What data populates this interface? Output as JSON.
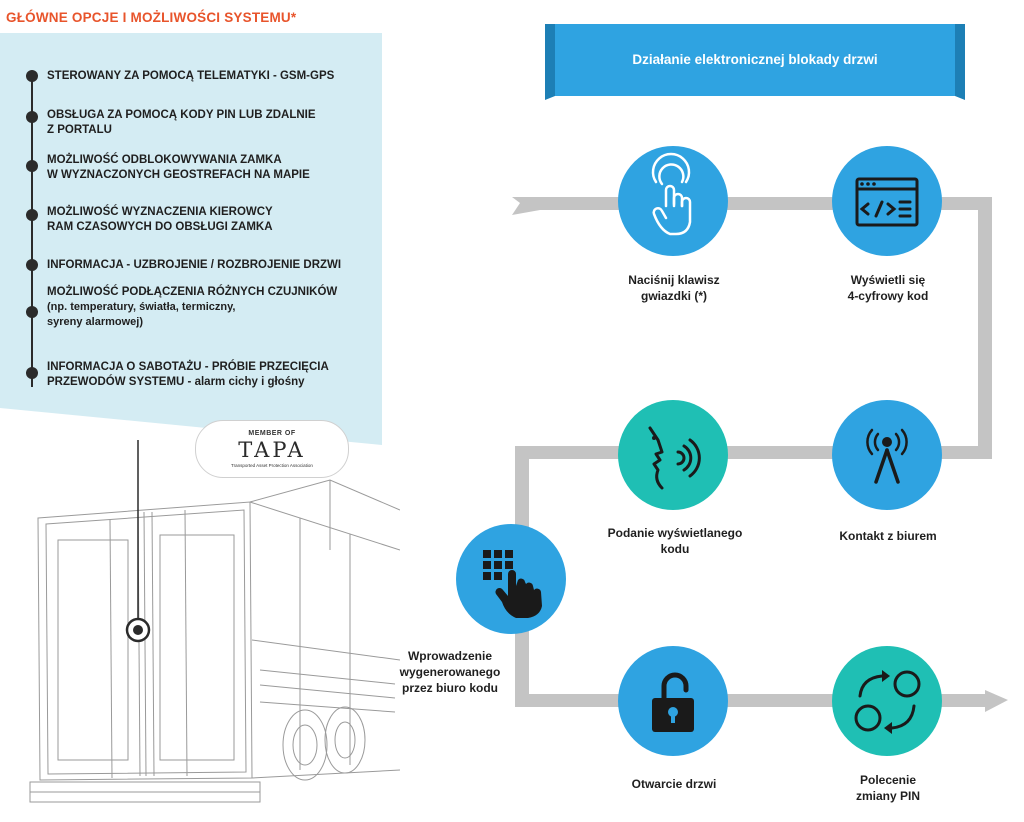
{
  "left": {
    "title": "GŁÓWNE OPCJE I MOŻLIWOŚCI SYSTEMU*",
    "features": [
      {
        "line1": "STEROWANY ZA POMOCĄ TELEMATYKI - GSM-GPS",
        "line2": "",
        "line3": ""
      },
      {
        "line1": "OBSŁUGA ZA POMOCĄ KODY PIN LUB ZDALNIE",
        "line2": "Z PORTALU",
        "line3": ""
      },
      {
        "line1": "MOŻLIWOŚĆ ODBLOKOWYWANIA ZAMKA",
        "line2": "W WYZNACZONYCH GEOSTREFACH NA MAPIE",
        "line3": ""
      },
      {
        "line1": "MOŻLIWOŚĆ WYZNACZENIA KIEROWCY",
        "line2": "RAM CZASOWYCH DO OBSŁUGI ZAMKA",
        "line3": ""
      },
      {
        "line1": "INFORMACJA - UZBROJENIE / ROZBROJENIE DRZWI",
        "line2": "",
        "line3": ""
      },
      {
        "line1": "MOŻLIWOŚĆ PODŁĄCZENIA RÓŻNYCH CZUJNIKÓW",
        "line2": "(np. temperatury, światła, termiczny,",
        "line3": "syreny alarmowej)"
      },
      {
        "line1": "INFORMACJA O SABOTAŻU - PRÓBIE PRZECIĘCIA",
        "line2": "PRZEWODÓW SYSTEMU - alarm cichy i głośny",
        "line3": ""
      }
    ],
    "tapa": {
      "member": "MEMBER OF",
      "logo": "TAPA",
      "subtitle": "Transported Asset Protection Association"
    }
  },
  "right": {
    "title": "Działanie elektronicznej blokady drzwi",
    "steps": [
      {
        "icon": "touch-finger-icon",
        "line1": "Naciśnij klawisz",
        "line2": "gwiazdki (*)"
      },
      {
        "icon": "code-window-icon",
        "line1": "Wyświetli się",
        "line2": "4-cyfrowy kod"
      },
      {
        "icon": "contact-signal-icon",
        "line1": "Kontakt z biurem",
        "line2": ""
      },
      {
        "icon": "speaking-head-icon",
        "line1": "Podanie  wyświetlanego",
        "line2": "kodu"
      },
      {
        "icon": "keypad-hand-icon",
        "line1": "Wprowadzenie",
        "line2": "wygenerowanego",
        "line3": "przez biuro kodu"
      },
      {
        "icon": "open-padlock-icon",
        "line1": "Otwarcie drzwi",
        "line2": ""
      },
      {
        "icon": "change-cycle-icon",
        "line1": "Polecenie",
        "line2": "zmiany PIN"
      }
    ]
  },
  "colors": {
    "accent_blue": "#2fa3e1",
    "accent_teal": "#1fbfb4",
    "title_orange": "#e8542b",
    "panel_bg": "#d4ecf3",
    "flow_gray": "#c4c4c4"
  }
}
